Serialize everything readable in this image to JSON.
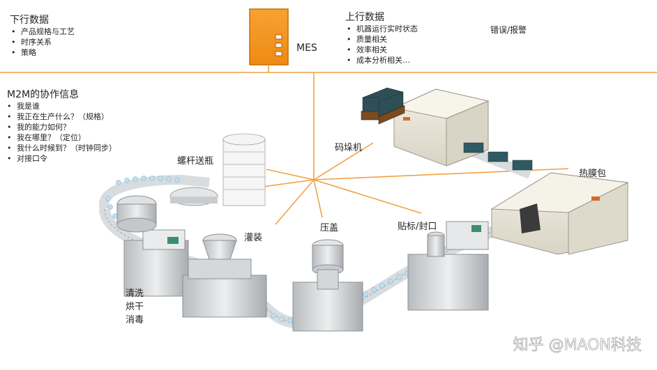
{
  "colors": {
    "accent": "#f0901c",
    "line": "#f2a045"
  },
  "downlink": {
    "title": "下行数据",
    "items": [
      "产品规格与工艺",
      "时序关系",
      "策略"
    ]
  },
  "mes": {
    "label": "MES"
  },
  "uplink": {
    "title": "上行数据",
    "items": [
      "机器运行实时状态",
      "质量相关",
      "效率相关",
      "成本分析相关…"
    ]
  },
  "error_label": "错误/报警",
  "m2m": {
    "title": "M2M的协作信息",
    "items": [
      "我是谁",
      "我正在生产什么？（规格）",
      "我的能力如何？",
      "我在哪里？（定位）",
      "我什么时候到？（时钟同步）",
      "对接口令"
    ]
  },
  "machines": {
    "palletizer": "码垛机",
    "screw_feeder": "螺杆送瓶",
    "shrink_wrap": "热膜包",
    "filling": "灌装",
    "capping": "压盖",
    "labeling": "贴标/封口",
    "washing": [
      "清洗",
      "烘干",
      "消毒"
    ]
  },
  "watermark": "知乎 @MAON科技"
}
